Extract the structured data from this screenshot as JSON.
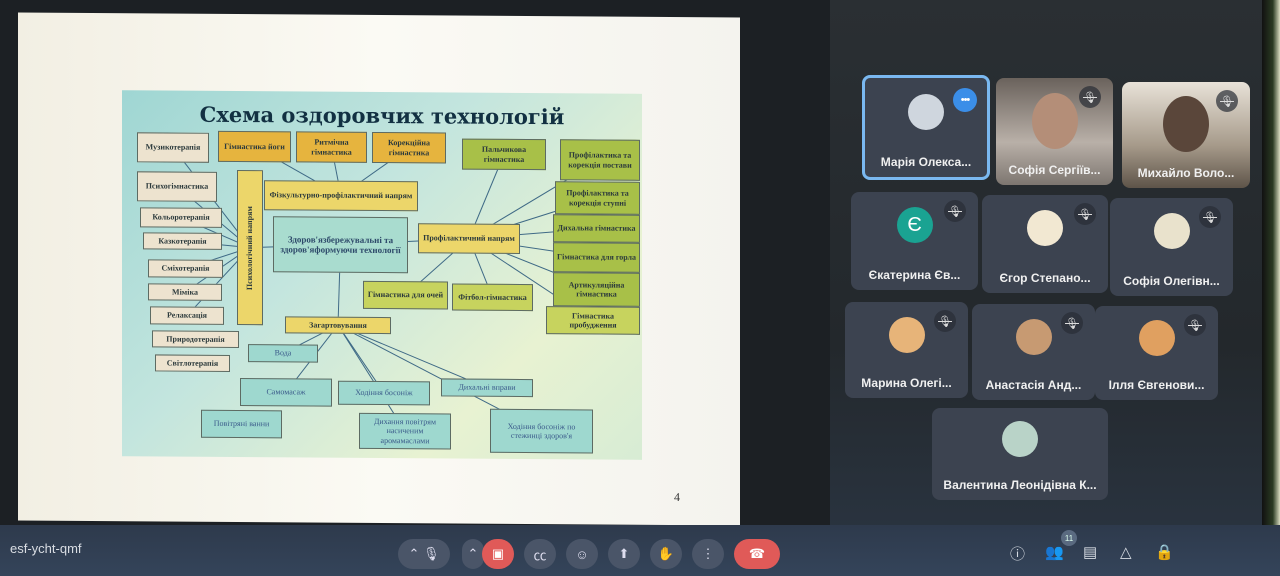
{
  "meeting_code": "esf-ycht-qmf",
  "slide": {
    "title": "Схема оздоровчих технологій",
    "page_number": "4",
    "boxes": [
      {
        "id": "muzyko",
        "text": "Музикотерапія",
        "style": "beige"
      },
      {
        "id": "psyhogim",
        "text": "Психогімнастика",
        "style": "beige"
      },
      {
        "id": "kolor",
        "text": "Кольоротерапія",
        "style": "beige"
      },
      {
        "id": "kazko",
        "text": "Казкотерапія",
        "style": "beige"
      },
      {
        "id": "smih",
        "text": "Сміхотерапія",
        "style": "beige"
      },
      {
        "id": "mimika",
        "text": "Міміка",
        "style": "beige"
      },
      {
        "id": "relax",
        "text": "Релаксація",
        "style": "beige"
      },
      {
        "id": "pryrodo",
        "text": "Природотерапія",
        "style": "beige"
      },
      {
        "id": "svitlo",
        "text": "Світлотерапія",
        "style": "beige"
      },
      {
        "id": "psyhol",
        "text": "Психологічний напрям",
        "style": "yellow"
      },
      {
        "id": "yoga",
        "text": "Гімнастика йоги",
        "style": "orange"
      },
      {
        "id": "rytm",
        "text": "Ритмічна гімнастика",
        "style": "orange"
      },
      {
        "id": "korek",
        "text": "Корекційна гімнастика",
        "style": "orange"
      },
      {
        "id": "fizk",
        "text": "Фізкультурно-профілактичний напрям",
        "style": "yellow"
      },
      {
        "id": "center",
        "text": "Здоров'язбережувальні та здоров'яформуючи технології",
        "style": "center"
      },
      {
        "id": "prof",
        "text": "Профілактичний напрям",
        "style": "yellow"
      },
      {
        "id": "palch",
        "text": "Пальчикова гімнастика",
        "style": "green"
      },
      {
        "id": "postava",
        "text": "Профілактика та корекція постави",
        "style": "green"
      },
      {
        "id": "stupni",
        "text": "Профілактика та корекція ступні",
        "style": "green"
      },
      {
        "id": "dyhgim",
        "text": "Дихальна гімнастика",
        "style": "green"
      },
      {
        "id": "gorlo",
        "text": "Гімнастика для горла",
        "style": "green"
      },
      {
        "id": "artyk",
        "text": "Артикуляційна гімнастика",
        "style": "green"
      },
      {
        "id": "probud",
        "text": "Гімнастика пробудження",
        "style": "lgreen"
      },
      {
        "id": "ochi",
        "text": "Гімнастика для очей",
        "style": "lgreen"
      },
      {
        "id": "fitbol",
        "text": "Фітбол-гімнастика",
        "style": "lgreen"
      },
      {
        "id": "zagart",
        "text": "Загартовування",
        "style": "yellow"
      },
      {
        "id": "voda",
        "text": "Вода",
        "style": "teal"
      },
      {
        "id": "samomas",
        "text": "Самомасаж",
        "style": "teal"
      },
      {
        "id": "hodinnya",
        "text": "Ходіння босоніж",
        "style": "teal"
      },
      {
        "id": "dyhvpr",
        "text": "Дихальні вправи",
        "style": "teal"
      },
      {
        "id": "povitr",
        "text": "Повітряні ванни",
        "style": "teal"
      },
      {
        "id": "aroma",
        "text": "Дихання повітрям насиченим аромамаслами",
        "style": "teal"
      },
      {
        "id": "stezhka",
        "text": "Ходіння босоніж по стежинці здоров'я",
        "style": "teal"
      }
    ]
  },
  "participants": [
    {
      "name": "Марія Олекса...",
      "avatar": "#cfd6de",
      "muted": false,
      "active": true
    },
    {
      "name": "Софія Сергіїв...",
      "avatar": "video",
      "muted": true,
      "active": false
    },
    {
      "name": "Михайло Воло...",
      "avatar": "video",
      "muted": true,
      "active": false
    },
    {
      "name": "Єкатерина Єв...",
      "avatar": "#1aa392",
      "initial": "Є",
      "muted": true,
      "active": false
    },
    {
      "name": "Єгор Степано...",
      "avatar": "#f2e8d2",
      "muted": true,
      "active": false
    },
    {
      "name": "Софія Олегівн...",
      "avatar": "#e9e2cc",
      "muted": true,
      "active": false
    },
    {
      "name": "Марина Олегі...",
      "avatar": "#e7b479",
      "muted": true,
      "active": false
    },
    {
      "name": "Анастасія Анд...",
      "avatar": "#c79a72",
      "muted": true,
      "active": false
    },
    {
      "name": "Ілля Євгенови...",
      "avatar": "#e0a060",
      "muted": true,
      "active": false
    },
    {
      "name": "Валентина Леонідівна К...",
      "avatar": "#b9d3c8",
      "muted": false,
      "active": false
    }
  ],
  "participant_count": "11",
  "icons": {
    "more": "•••",
    "mute": "mic-off"
  }
}
